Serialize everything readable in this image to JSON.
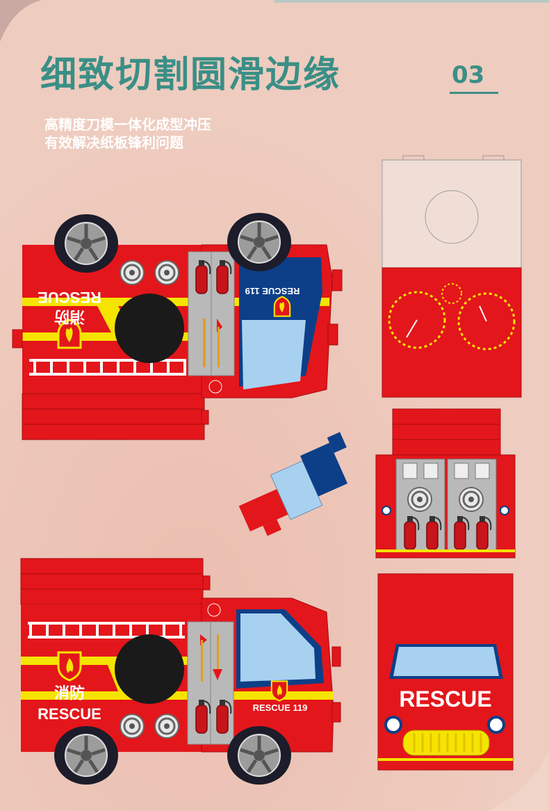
{
  "header": {
    "title": "细致切割圆滑边缘",
    "number": "03",
    "subtitle_line1": "高精度刀模一体化成型冲压",
    "subtitle_line2": "有效解决纸板锋利问题"
  },
  "truck_labels": {
    "rescue": "RESCUE",
    "fire_cn": "消防",
    "rescue_119": "RESCUE 119"
  },
  "colors": {
    "background": "#e9c1b3",
    "accent_teal": "#3a8f86",
    "truck_red": "#e3161b",
    "stripe_yellow": "#f5e400",
    "window_blue": "#a8d1f0",
    "panel_gray": "#b9b9b9"
  },
  "icons": [
    "wheel-icon",
    "flame-shield-icon",
    "fire-extinguisher-icon",
    "hose-reel-icon",
    "axe-icon",
    "shovel-icon",
    "alarm-bell-icon",
    "speedometer-icon"
  ]
}
